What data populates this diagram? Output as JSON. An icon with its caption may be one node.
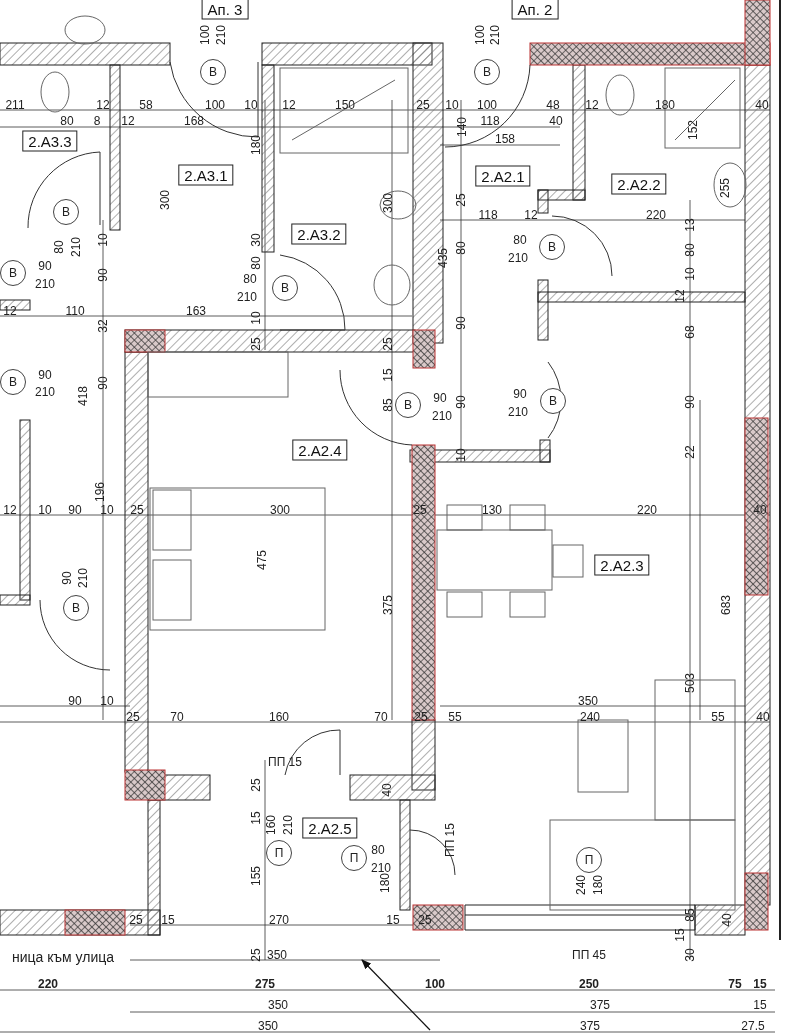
{
  "diagram": {
    "nodes": [
      {
        "text": [
          "Ап. 3"
        ]
      },
      {
        "text": [
          "Ап. 2"
        ]
      },
      {
        "text": [
          "В"
        ],
        "beside": [
          "100",
          "210"
        ]
      },
      {
        "text": [
          "В"
        ],
        "beside": [
          "100",
          "210"
        ]
      },
      {
        "text": [
          "2.А3.3"
        ]
      },
      {
        "text": [
          "2.А3.1"
        ]
      },
      {
        "text": [
          "2.А2.1"
        ]
      },
      {
        "text": [
          "2.А2.2"
        ]
      },
      {
        "text": [
          "В"
        ],
        "beside": [
          "80",
          "210"
        ]
      },
      {
        "text": [
          "2.А3.2"
        ]
      },
      {
        "text": [
          "В"
        ],
        "beside": [
          "80",
          "210"
        ]
      },
      {
        "text": [
          "В"
        ],
        "beside": [
          "90",
          "210"
        ]
      },
      {
        "text": [
          "В"
        ],
        "beside": [
          "80",
          "210"
        ]
      },
      {
        "text": [
          "В"
        ],
        "beside": [
          "90",
          "210"
        ]
      },
      {
        "text": [
          "В"
        ],
        "beside": [
          "90",
          "210"
        ]
      },
      {
        "text": [
          "В"
        ],
        "beside": [
          "90",
          "210"
        ]
      },
      {
        "text": [
          "2.А2.4"
        ]
      },
      {
        "text": [
          "2.А2.3"
        ]
      },
      {
        "text": [
          "В"
        ],
        "beside": [
          "90",
          "210"
        ]
      },
      {
        "text": [
          "2.А2.5"
        ]
      },
      {
        "text": [
          "П"
        ],
        "beside": [
          "160",
          "210"
        ]
      },
      {
        "text": [
          "П"
        ],
        "beside": [
          "80",
          "210"
        ]
      },
      {
        "text": [
          "П"
        ],
        "beside": [
          "240",
          "180"
        ]
      }
    ],
    "labels": [
      "211",
      "12",
      "58",
      "100",
      "10",
      "12",
      "150",
      "25",
      "10",
      "100",
      "48",
      "12",
      "180",
      "40",
      "80",
      "8",
      "12",
      "168",
      "140",
      "118",
      "40",
      "158",
      "180",
      "152",
      "255",
      "300",
      "300",
      "25",
      "118",
      "12",
      "220",
      "13",
      "10",
      "30",
      "80",
      "80",
      "435",
      "80",
      "90",
      "10",
      "12",
      "12",
      "110",
      "32",
      "163",
      "10",
      "90",
      "68",
      "25",
      "25",
      "418",
      "90",
      "15",
      "85",
      "90",
      "90",
      "10",
      "22",
      "196",
      "12",
      "10",
      "90",
      "10",
      "25",
      "300",
      "25",
      "130",
      "220",
      "40",
      "475",
      "375",
      "683",
      "503",
      "90",
      "10",
      "350",
      "25",
      "70",
      "160",
      "70",
      "25",
      "55",
      "240",
      "55",
      "40",
      "ПП 15",
      "25",
      "40",
      "15",
      "ПП 15",
      "155",
      "180",
      "85",
      "25",
      "15",
      "270",
      "15",
      "25",
      "40",
      "15",
      "ница към улица",
      "25",
      "350",
      "ПП 45",
      "30",
      "220",
      "275",
      "100",
      "250",
      "75",
      "15",
      "350",
      "375",
      "15",
      "350",
      "375",
      "27.5"
    ]
  }
}
